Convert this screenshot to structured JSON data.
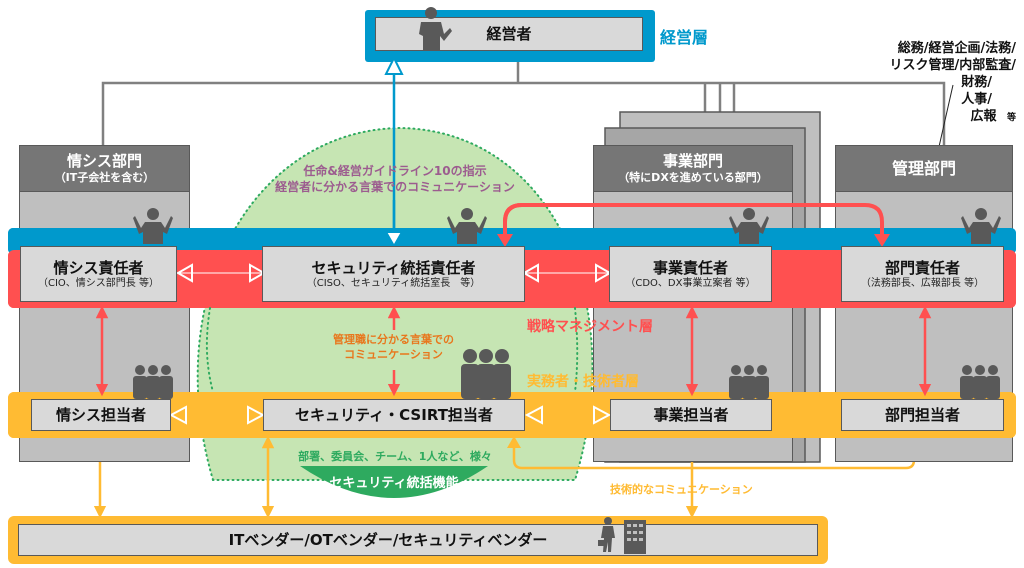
{
  "colors": {
    "executive_layer": "#0099cc",
    "strategy_layer": "#ff5050",
    "practitioner_layer": "#ffbb33",
    "security_function_fill": "#c6e5b3",
    "security_function_label": "#2eaa5f",
    "box_fill": "#d9d9d9",
    "dept_header": "#767676",
    "dept_body": "#bfbfbf",
    "guideline_text": "#9c5c8f",
    "manager_comm_text": "#e8771d"
  },
  "executive": {
    "box_label": "経営者",
    "layer_label": "経営層"
  },
  "admin_functions_note": {
    "lines": [
      "総務/経営企画/法務/",
      "リスク管理/内部監査/",
      "財務/",
      "人事/",
      "広報"
    ],
    "suffix": "等"
  },
  "departments": {
    "it": {
      "title": "情シス部門",
      "subtitle": "（IT子会社を含む）"
    },
    "business": {
      "title": "事業部門",
      "subtitle": "（特にDXを進めている部門）"
    },
    "admin": {
      "title": "管理部門",
      "subtitle": ""
    }
  },
  "security_function": {
    "guideline_lines": [
      "任命&経営ガイドライン10の指示",
      "経営者に分かる言葉でのコミュニケーション"
    ],
    "manager_comm_lines": [
      "管理職に分かる言葉での",
      "コミュニケーション"
    ],
    "forms": "部署、委員会、チーム、1人など、様々",
    "name": "セキュリティ統括機能"
  },
  "strategy_layer": {
    "label": "戦略マネジメント層",
    "roles": [
      {
        "title": "情シス責任者",
        "detail": "（CIO、情シス部門長 等）"
      },
      {
        "title": "セキュリティ統括責任者",
        "detail": "（CISO、セキュリティ統括室長　等）"
      },
      {
        "title": "事業責任者",
        "detail": "（CDO、DX事業立案者 等）"
      },
      {
        "title": "部門責任者",
        "detail": "（法務部長、広報部長 等）"
      }
    ]
  },
  "practitioner_layer": {
    "label": "実務者・技術者層",
    "roles": [
      {
        "title": "情シス担当者"
      },
      {
        "title": "セキュリティ・CSIRT担当者"
      },
      {
        "title": "事業担当者"
      },
      {
        "title": "部門担当者"
      }
    ]
  },
  "technical_comm_label": "技術的なコミュニケーション",
  "vendors": {
    "label": "ITベンダー/OTベンダー/セキュリティベンダー"
  }
}
